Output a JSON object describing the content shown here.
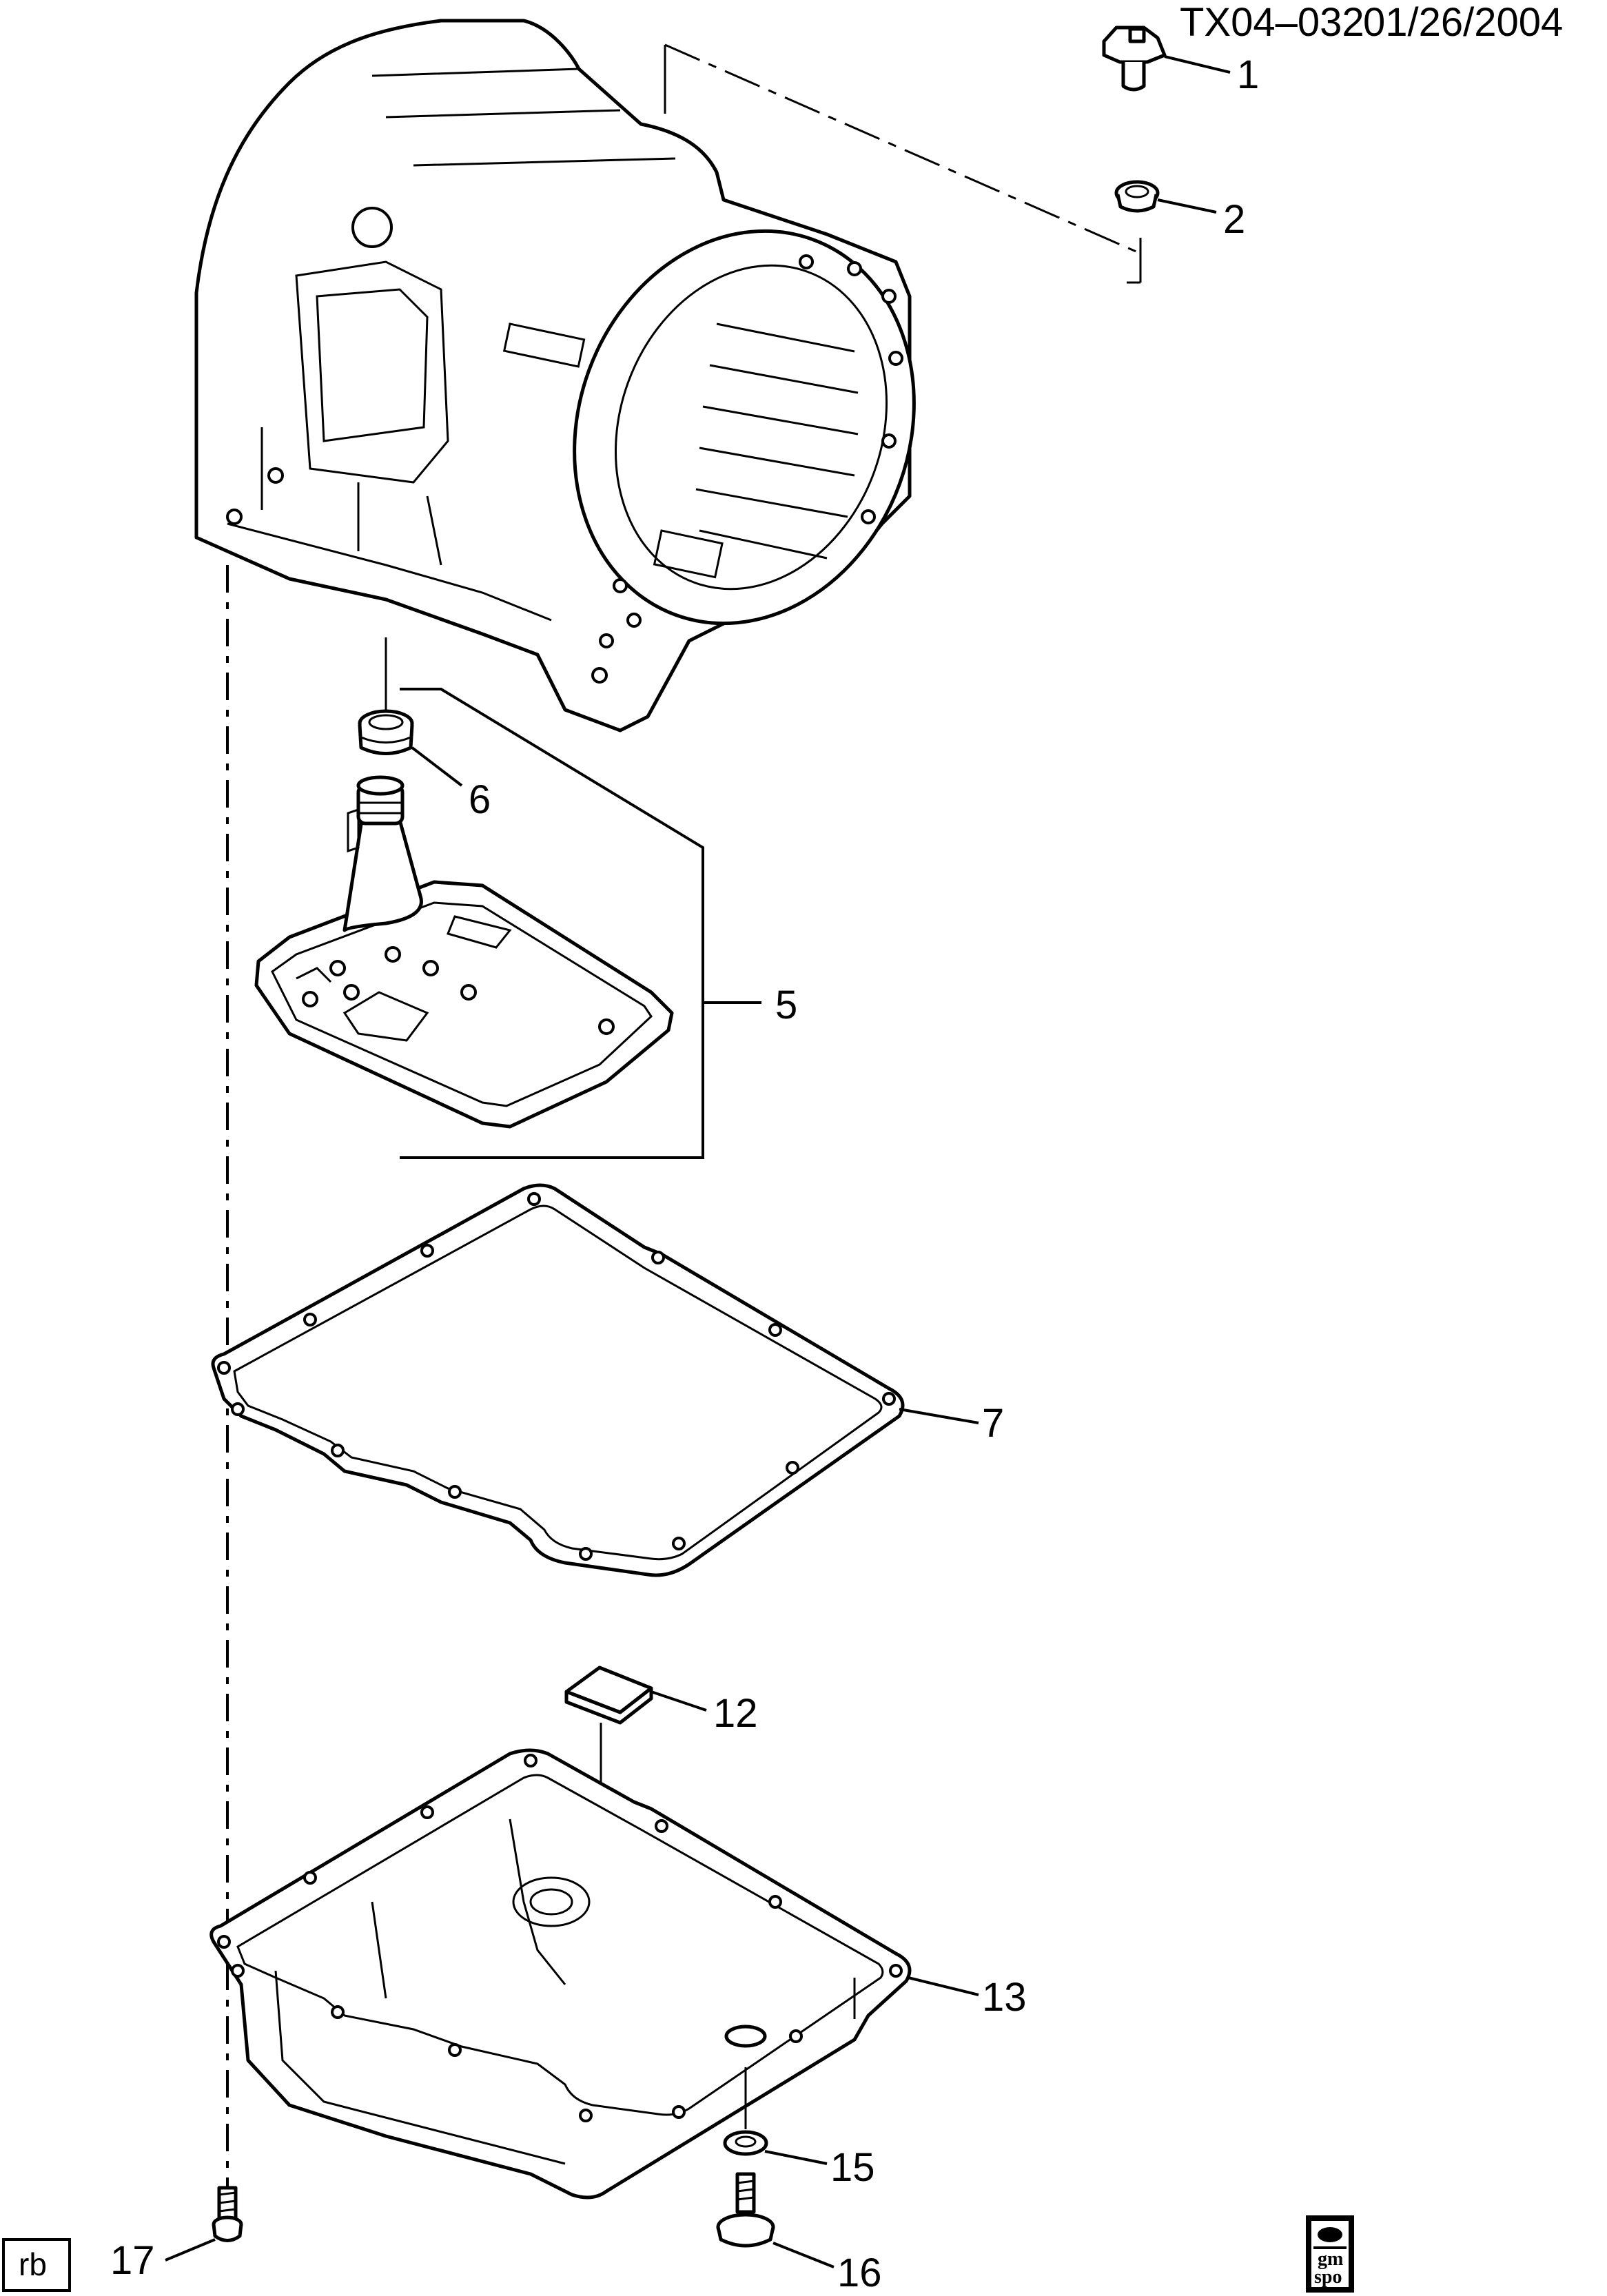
{
  "header": {
    "code": "TX04–032",
    "date": "01/26/2004"
  },
  "callouts": {
    "c1": "1",
    "c2": "2",
    "c5": "5",
    "c6": "6",
    "c7": "7",
    "c12": "12",
    "c13": "13",
    "c15": "15",
    "c16": "16",
    "c17": "17"
  },
  "footer": {
    "initials": "rb",
    "logo_top": "gm",
    "logo_bottom": "spo"
  }
}
